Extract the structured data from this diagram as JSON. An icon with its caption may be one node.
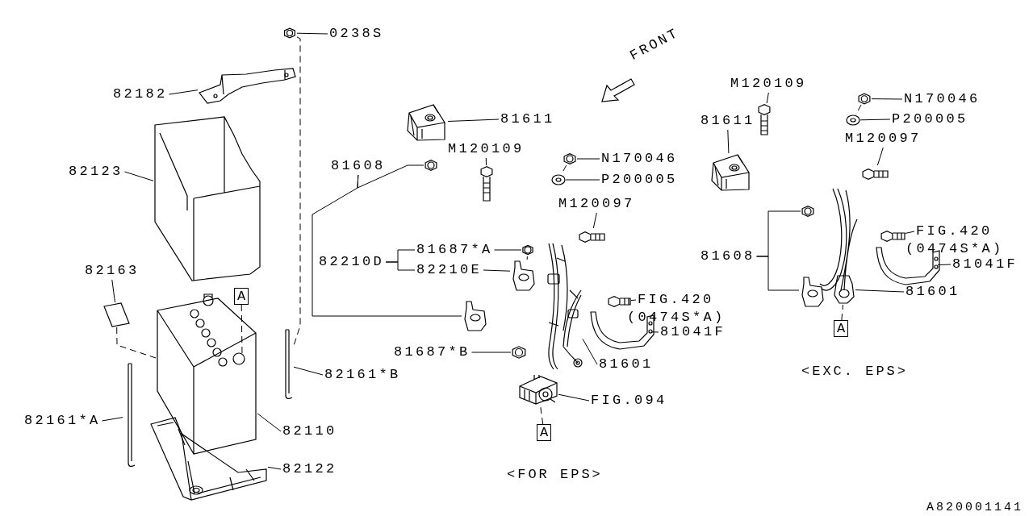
{
  "diagram": {
    "nodes": [
      {
        "text": [
          "0238S"
        ]
      },
      {
        "text": [],
        "shape": "picture"
      },
      {
        "text": [
          "82182"
        ]
      },
      {
        "text": [],
        "shape": "picture"
      },
      {
        "text": [
          "82123"
        ]
      },
      {
        "text": [],
        "shape": "picture"
      },
      {
        "text": [
          "82163"
        ]
      },
      {
        "text": [],
        "shape": "picture"
      },
      {
        "text": [
          "A"
        ]
      },
      {
        "text": [],
        "shape": "picture"
      },
      {
        "text": [
          "82161*A"
        ]
      },
      {
        "text": [],
        "shape": "picture"
      },
      {
        "text": [
          "82161*B"
        ]
      },
      {
        "text": [],
        "shape": "picture"
      },
      {
        "text": [
          "82110"
        ]
      },
      {
        "text": [
          "82122"
        ]
      },
      {
        "text": [],
        "shape": "picture"
      },
      {
        "text": [
          "81611"
        ]
      },
      {
        "text": [],
        "shape": "picture"
      },
      {
        "text": [
          "81608"
        ]
      },
      {
        "text": [],
        "shape": "picture"
      },
      {
        "text": [],
        "shape": "picture"
      },
      {
        "text": [
          "M120109"
        ]
      },
      {
        "text": [],
        "shape": "picture"
      },
      {
        "text": [
          "N170046"
        ]
      },
      {
        "text": [],
        "shape": "picture"
      },
      {
        "text": [
          "P200005"
        ]
      },
      {
        "text": [],
        "shape": "picture"
      },
      {
        "text": [
          "M120097"
        ]
      },
      {
        "text": [],
        "shape": "picture"
      },
      {
        "text": [
          "82210D"
        ]
      },
      {
        "text": [
          "81687*A"
        ]
      },
      {
        "text": [
          "82210E"
        ]
      },
      {
        "text": [],
        "shape": "picture"
      },
      {
        "text": [],
        "shape": "picture"
      },
      {
        "text": [],
        "shape": "picture"
      },
      {
        "text": [
          "FIG.420",
          "(0474S*A)"
        ]
      },
      {
        "text": [],
        "shape": "picture"
      },
      {
        "text": [
          "81041F"
        ]
      },
      {
        "text": [],
        "shape": "picture"
      },
      {
        "text": [
          "81687*B"
        ]
      },
      {
        "text": [],
        "shape": "picture"
      },
      {
        "text": [
          "81601"
        ]
      },
      {
        "text": [
          "FIG.094"
        ]
      },
      {
        "text": [],
        "shape": "picture"
      },
      {
        "text": [
          "A"
        ]
      },
      {
        "text": [
          "M120109"
        ]
      },
      {
        "text": [],
        "shape": "picture"
      },
      {
        "text": [
          "81611"
        ]
      },
      {
        "text": [],
        "shape": "picture"
      },
      {
        "text": [
          "N170046"
        ]
      },
      {
        "text": [],
        "shape": "picture"
      },
      {
        "text": [
          "P200005"
        ]
      },
      {
        "text": [],
        "shape": "picture"
      },
      {
        "text": [
          "M120097"
        ]
      },
      {
        "text": [],
        "shape": "picture"
      },
      {
        "text": [],
        "shape": "picture"
      },
      {
        "text": [
          "81608"
        ]
      },
      {
        "text": [],
        "shape": "picture"
      },
      {
        "text": [],
        "shape": "picture"
      },
      {
        "text": [
          "FIG.420",
          "(0474S*A)"
        ]
      },
      {
        "text": [],
        "shape": "picture"
      },
      {
        "text": [
          "81041F"
        ]
      },
      {
        "text": [],
        "shape": "picture"
      },
      {
        "text": [
          "81601"
        ]
      },
      {
        "text": [],
        "shape": "picture"
      },
      {
        "text": [
          "A"
        ]
      }
    ],
    "edges": [
      {
        "from": 0,
        "to": 1,
        "arrow": "none"
      },
      {
        "from": 2,
        "to": 3,
        "arrow": "none"
      },
      {
        "from": 4,
        "to": 5,
        "arrow": "none"
      },
      {
        "from": 6,
        "to": 7,
        "arrow": "none"
      },
      {
        "from": 10,
        "to": 11,
        "arrow": "none"
      },
      {
        "from": 12,
        "to": 13,
        "arrow": "none"
      },
      {
        "from": 14,
        "to": 9,
        "arrow": "none"
      },
      {
        "from": 15,
        "to": 16,
        "arrow": "none"
      },
      {
        "from": 1,
        "to": 13,
        "arrow": "none",
        "style": "dashed"
      },
      {
        "from": 8,
        "to": 9,
        "arrow": "none",
        "style": "dashed"
      },
      {
        "from": 7,
        "to": 9,
        "arrow": "none",
        "style": "dashed"
      },
      {
        "from": 17,
        "to": 18,
        "arrow": "none"
      },
      {
        "from": 19,
        "to": 20,
        "arrow": "none"
      },
      {
        "from": 19,
        "to": 21,
        "arrow": "none"
      },
      {
        "from": 22,
        "to": 23,
        "arrow": "none"
      },
      {
        "from": 24,
        "to": 25,
        "arrow": "none"
      },
      {
        "from": 26,
        "to": 27,
        "arrow": "none"
      },
      {
        "from": 28,
        "to": 29,
        "arrow": "none"
      },
      {
        "from": 30,
        "to": 31,
        "arrow": "none"
      },
      {
        "from": 30,
        "to": 32,
        "arrow": "none"
      },
      {
        "from": 31,
        "to": 33,
        "arrow": "none"
      },
      {
        "from": 32,
        "to": 34,
        "arrow": "none"
      },
      {
        "from": 36,
        "to": 37,
        "arrow": "none"
      },
      {
        "from": 38,
        "to": 39,
        "arrow": "none"
      },
      {
        "from": 40,
        "to": 41,
        "arrow": "none"
      },
      {
        "from": 42,
        "to": 35,
        "arrow": "none"
      },
      {
        "from": 43,
        "to": 44,
        "arrow": "none"
      },
      {
        "from": 45,
        "to": 44,
        "arrow": "none",
        "style": "dashed"
      },
      {
        "from": 25,
        "to": 27,
        "arrow": "none",
        "style": "dashed"
      },
      {
        "from": 46,
        "to": 47,
        "arrow": "none"
      },
      {
        "from": 48,
        "to": 49,
        "arrow": "none"
      },
      {
        "from": 50,
        "to": 51,
        "arrow": "none"
      },
      {
        "from": 52,
        "to": 53,
        "arrow": "none"
      },
      {
        "from": 54,
        "to": 55,
        "arrow": "none"
      },
      {
        "from": 57,
        "to": 58,
        "arrow": "none"
      },
      {
        "from": 57,
        "to": 59,
        "arrow": "none"
      },
      {
        "from": 60,
        "to": 61,
        "arrow": "none"
      },
      {
        "from": 62,
        "to": 63,
        "arrow": "none"
      },
      {
        "from": 64,
        "to": 65,
        "arrow": "none"
      },
      {
        "from": 66,
        "to": 65,
        "arrow": "none",
        "style": "dashed"
      },
      {
        "from": 51,
        "to": 53,
        "arrow": "none",
        "style": "dashed"
      },
      {
        "from": 33,
        "to": 34,
        "arrow": "none",
        "style": "dashed"
      }
    ],
    "labels": [
      "FRONT",
      "<FOR EPS>",
      "<EXC. EPS>",
      "A820001141"
    ]
  }
}
